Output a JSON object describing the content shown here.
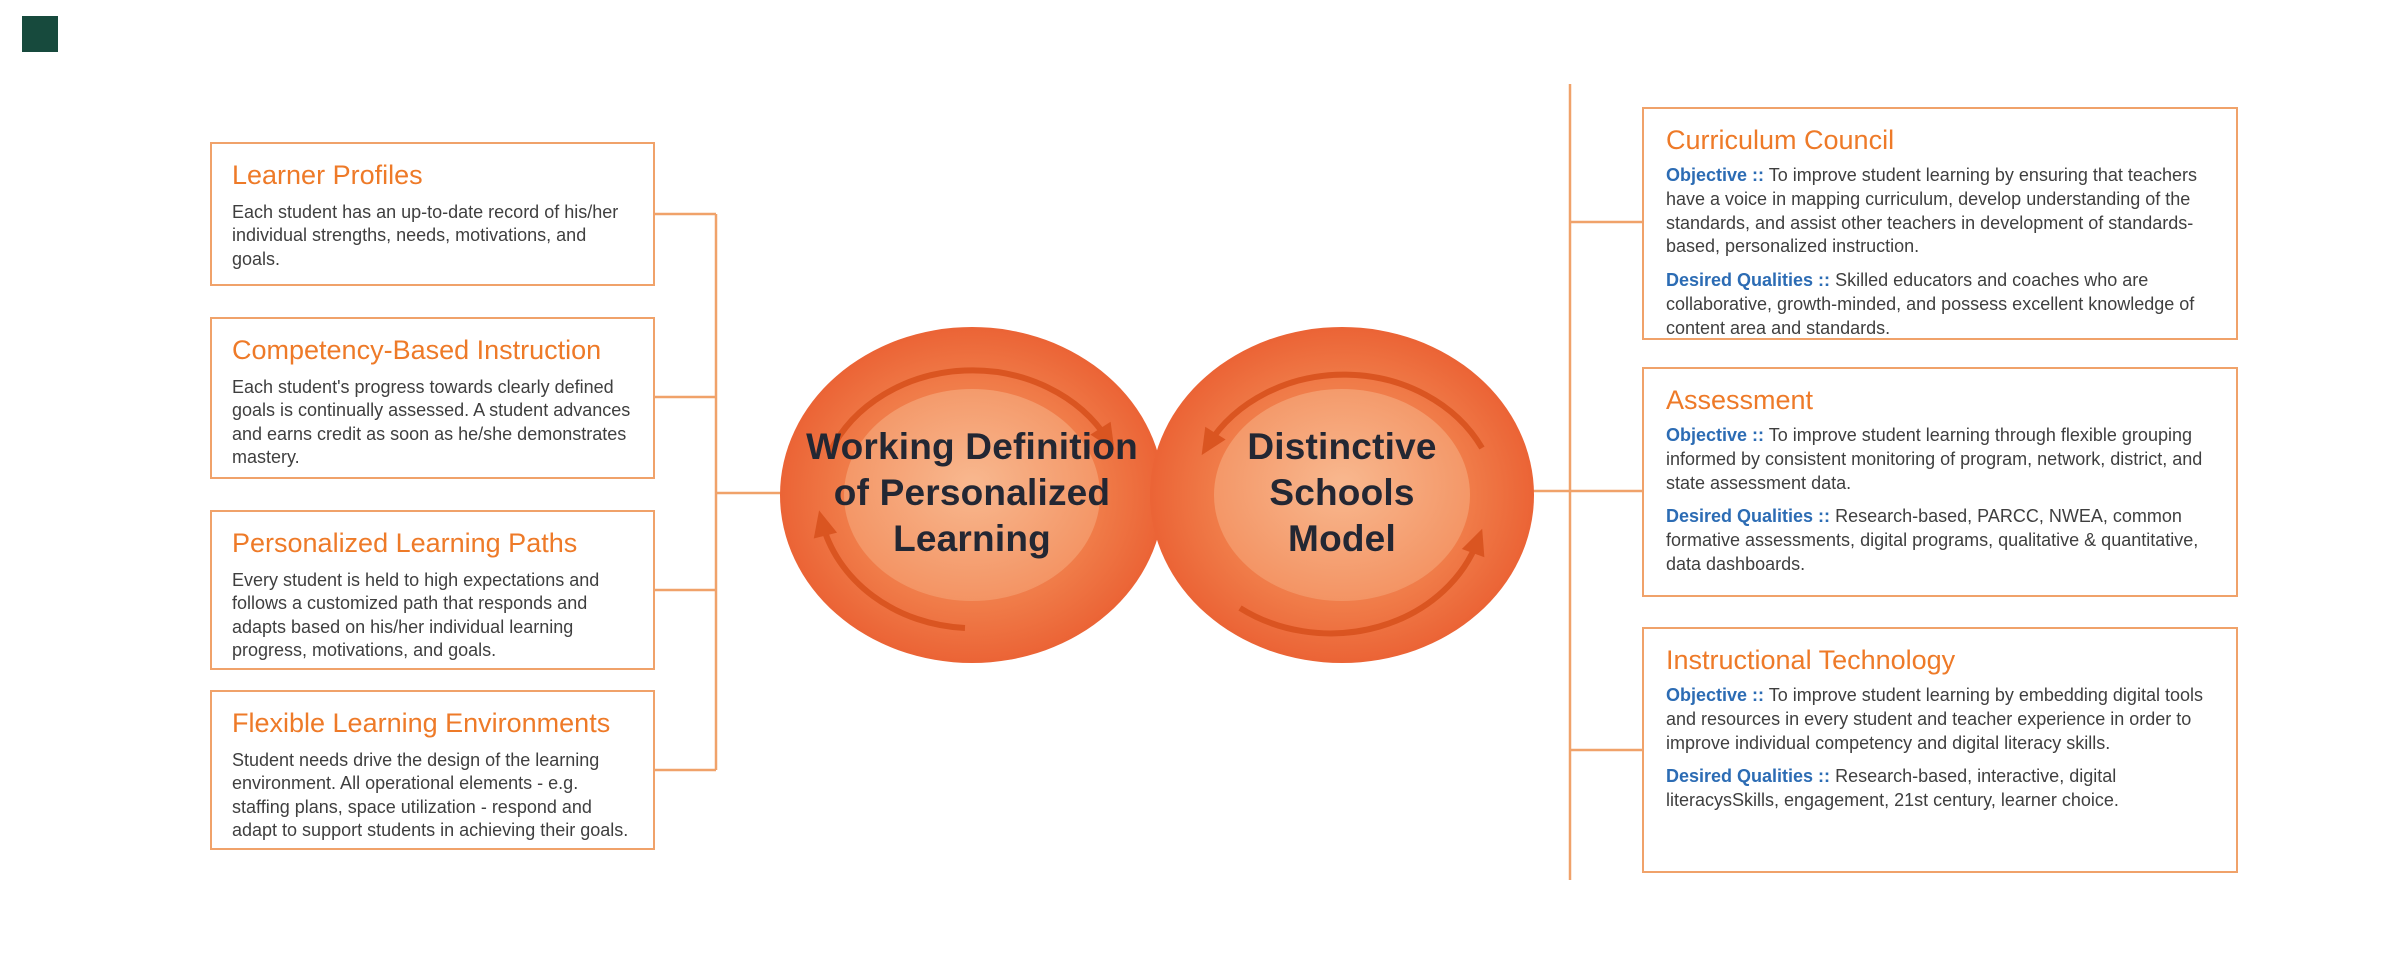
{
  "page": {
    "background": "#ffffff"
  },
  "corner_mark": {
    "color": "#174a3d"
  },
  "center": {
    "left_lobe": {
      "lines": [
        "Working Definition",
        "of Personalized",
        "Learning"
      ]
    },
    "right_lobe": {
      "lines": [
        "Distinctive",
        "Schools",
        "Model"
      ]
    }
  },
  "left_boxes": [
    {
      "title": "Learner Profiles",
      "body": "Each student has an up-to-date record of his/her individual strengths, needs, motivations, and goals."
    },
    {
      "title": "Competency-Based Instruction",
      "body": "Each student's progress towards clearly defined goals is continually assessed. A student advances and earns credit as soon as he/she demonstrates mastery."
    },
    {
      "title": "Personalized Learning Paths",
      "body": "Every student is held to high expectations and follows a customized path that responds and adapts based on his/her individual learning progress, motivations, and goals."
    },
    {
      "title": "Flexible Learning Environments",
      "body": "Student needs drive the design of the learning environment. All operational elements - e.g. staffing plans, space utilization - respond and adapt to support students in achieving their goals."
    }
  ],
  "right_boxes": [
    {
      "title": "Curriculum Council",
      "objective_label": "Objective ::",
      "objective_text": "To improve student learning by ensuring that teachers have a voice in mapping curriculum, develop understanding of the standards, and assist other teachers in development of standards-based, personalized instruction.",
      "qualities_label": "Desired Qualities ::",
      "qualities_text": "Skilled educators and coaches who are collaborative, growth-minded, and possess excellent knowledge of content area and standards."
    },
    {
      "title": "Assessment",
      "objective_label": "Objective ::",
      "objective_text": "To improve student learning through flexible grouping informed by consistent monitoring of program, network, district, and state assessment data.",
      "qualities_label": "Desired Qualities ::",
      "qualities_text": "Research-based, PARCC, NWEA, common formative assessments, digital programs, qualitative & quantitative, data dashboards."
    },
    {
      "title": "Instructional Technology",
      "objective_label": "Objective ::",
      "objective_text": "To improve student learning by embedding digital tools and resources in every student and teacher experience in order to improve individual competency and digital literacy skills.",
      "qualities_label": "Desired Qualities ::",
      "qualities_text": "Research-based, interactive, digital literacysSkills, engagement, 21st century, learner choice."
    }
  ],
  "colors": {
    "accent_orange": "#ee7a28",
    "border_orange": "#f0a26a",
    "label_blue": "#2c6cb4",
    "lobe_edge_orange": "#e8552a",
    "lobe_inner_orange": "#f6ad85",
    "arrow_orange": "#d8521e",
    "lobe_text": "#232733",
    "body_text": "#3f3f3f",
    "corner_mark_green": "#174a3d"
  }
}
